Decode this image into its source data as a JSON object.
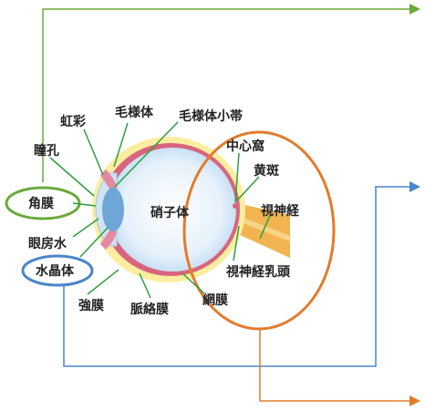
{
  "labels": {
    "iris": "虹彩",
    "ciliary_body": "毛様体",
    "zonule": "毛様体小帯",
    "pupil": "瞳孔",
    "fovea": "中心窩",
    "macula": "黄斑",
    "cornea": "角膜",
    "vitreous": "硝子体",
    "optic_nerve": "視神経",
    "aqueous_humor": "眼房水",
    "lens": "水晶体",
    "optic_disc": "視神経乳頭",
    "sclera": "強膜",
    "choroid": "脈絡膜",
    "retina": "網膜"
  },
  "colors": {
    "green_highlight": "#6aaa3a",
    "blue_highlight": "#4a86c8",
    "orange_highlight": "#e37b2c",
    "leader_line": "#2e9e3e",
    "eye_outer": "#fbeea0",
    "eye_choroid": "#d8657d",
    "eye_inner": "#dcecf8",
    "lens_fill": "#6ea6d8",
    "nerve_fill": "#f2b450"
  }
}
